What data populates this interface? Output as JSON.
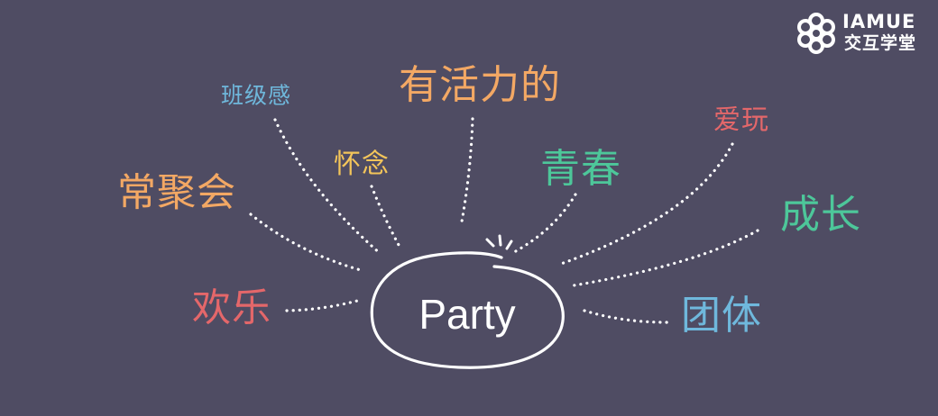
{
  "logo": {
    "name_en": "IAMUE",
    "name_cn": "交互学堂",
    "icon": "flower-icon"
  },
  "center": {
    "label": "Party"
  },
  "keywords": [
    {
      "id": "youhuolide",
      "text": "有活力的",
      "color": "#f3a864"
    },
    {
      "id": "banjigan",
      "text": "班级感",
      "color": "#6fb8dc"
    },
    {
      "id": "huainian",
      "text": "怀念",
      "color": "#f3c55a"
    },
    {
      "id": "changjuhui",
      "text": "常聚会",
      "color": "#f3a864"
    },
    {
      "id": "huanle",
      "text": "欢乐",
      "color": "#e4676a"
    },
    {
      "id": "qingchun",
      "text": "青春",
      "color": "#4dc79a"
    },
    {
      "id": "aiwan",
      "text": "爱玩",
      "color": "#e4676a"
    },
    {
      "id": "chengzhang",
      "text": "成长",
      "color": "#4dc79a"
    },
    {
      "id": "tuanti",
      "text": "团体",
      "color": "#6fb8dc"
    }
  ],
  "colors": {
    "background": "#4f4c63",
    "lines": "#ffffff"
  }
}
